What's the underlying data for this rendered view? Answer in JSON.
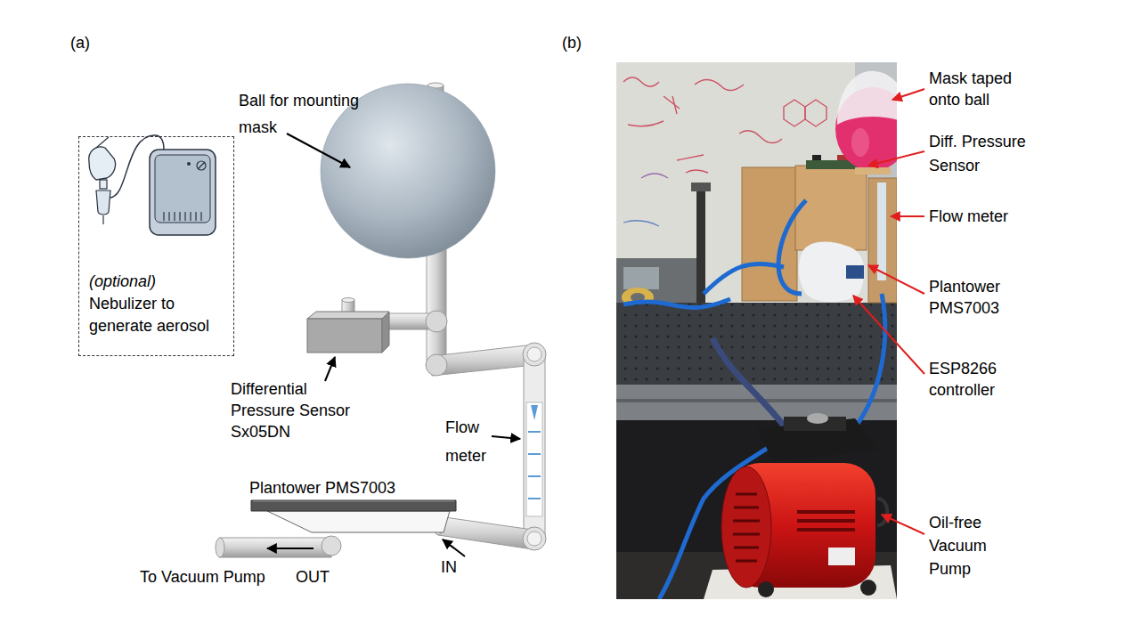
{
  "diagram": {
    "nodes": [
      {
        "text": [
          "(optional)",
          "Nebulizer to generate aerosol"
        ]
      }
    ],
    "labels": [
      "(a)",
      "(b)",
      "Ball for mounting mask",
      "Differential Pressure Sensor Sx05DN",
      "Flow meter",
      "Plantower PMS7003",
      "To Vacuum Pump",
      "OUT",
      "IN",
      "Mask taped onto ball",
      "Diff. Pressure Sensor",
      "Flow meter",
      "Plantower PMS7003",
      "ESP8266 controller",
      "Oil-free Vacuum Pump"
    ]
  }
}
